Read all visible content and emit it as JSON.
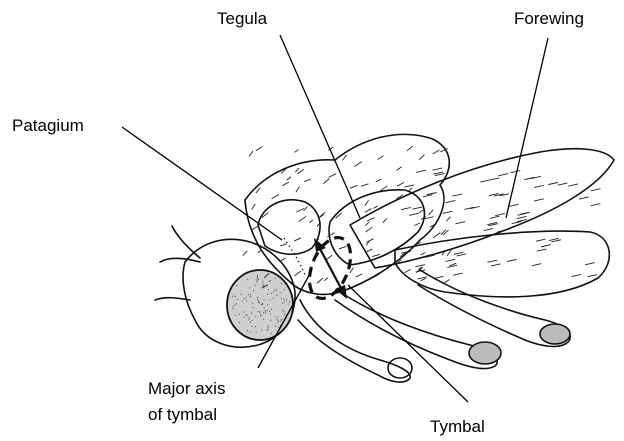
{
  "labels": {
    "tegula": "Tegula",
    "forewing": "Forewing",
    "patagium": "Patagium",
    "major_axis_line1": "Major axis",
    "major_axis_line2": "of tymbal",
    "tymbal": "Tymbal"
  },
  "colors": {
    "ink": "#111111",
    "background": "#ffffff",
    "eye_stipple": "#cfcfcf"
  }
}
